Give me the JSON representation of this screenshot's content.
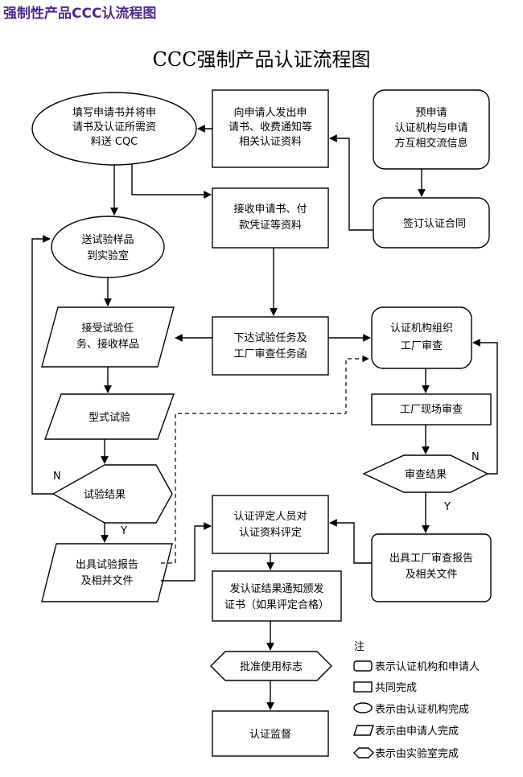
{
  "header_title": "强制性产品CCC认流程图",
  "title": "CCC强制产品认证流程图",
  "nodes": {
    "fill_application": [
      "填写申请书并将申",
      "请书及认证所需资",
      "料送 CQC"
    ],
    "issue_application": [
      "向申请人发出申",
      "请书、收费通知等",
      "相关认证资料"
    ],
    "pre_application": [
      "预申请",
      "认证机构与申请",
      "方互相交流信息"
    ],
    "receive_application": [
      "接收申请书、付",
      "款凭证等资料"
    ],
    "sign_contract": [
      "签订认证合同"
    ],
    "send_sample": [
      "送试验样品",
      "到实验室"
    ],
    "accept_test": [
      "接受试验任",
      "务、接收样品"
    ],
    "assign_tasks": [
      "下达试验任务及",
      "工厂审查任务函"
    ],
    "org_factory_audit": [
      "认证机构组织",
      "工厂审查"
    ],
    "type_test": [
      "型式试验"
    ],
    "factory_onsite": [
      "工厂现场审查"
    ],
    "test_result": [
      "试验结果"
    ],
    "audit_result": [
      "审查结果"
    ],
    "test_report": [
      "出具试验报告",
      "及相并文件"
    ],
    "evaluation": [
      "认证评定人员对",
      "认证资料评定"
    ],
    "audit_report": [
      "出具工厂审查报告",
      "及相关文件"
    ],
    "issue_certificate": [
      "发认证结果通知颁发",
      "证书（如果评定合格）"
    ],
    "approve_mark": [
      "批准使用标志"
    ],
    "supervision": [
      "认证监督"
    ]
  },
  "edge_labels": {
    "test_no": "N",
    "test_yes": "Y",
    "audit_no": "N",
    "audit_yes": "Y"
  },
  "legend": {
    "title": "注",
    "items": [
      "表示认证机构和申请人",
      "共同完成",
      "表示由认证机构完成",
      "表示由申请人完成",
      "表示由实验室完成"
    ]
  }
}
